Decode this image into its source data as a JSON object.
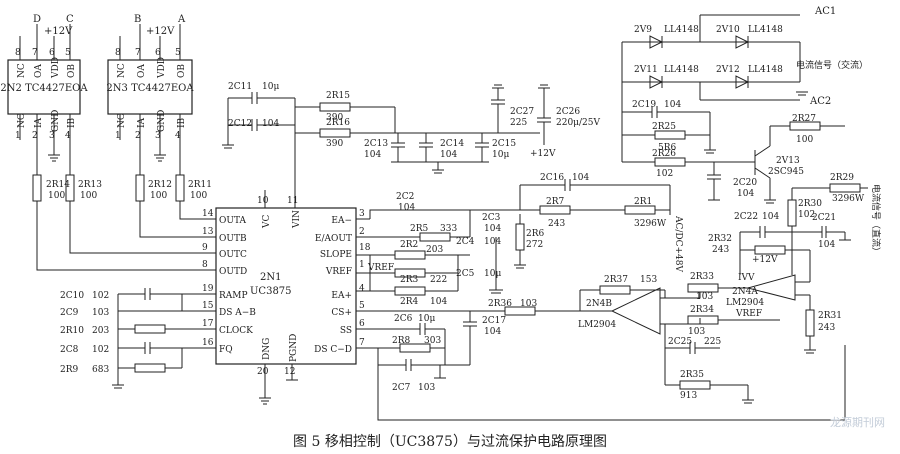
{
  "caption": "图 5   移相控制（UC3875）与过流保护电路原理图",
  "watermark": "龙源期刊网",
  "drivers": [
    {
      "ref": "2N2 TC4427EOA",
      "top_pins": [
        "8",
        "7",
        "6",
        "5"
      ],
      "top_names": [
        "NC",
        "OA",
        "VDD",
        "OB"
      ],
      "bot_pins": [
        "1",
        "2",
        "3",
        "4"
      ],
      "bot_names": [
        "NC",
        "IA",
        "GND",
        "IB"
      ],
      "out_a": "D",
      "out_b": "C",
      "vcc": "+12V"
    },
    {
      "ref": "2N3 TC4427EOA",
      "top_pins": [
        "8",
        "7",
        "6",
        "5"
      ],
      "top_names": [
        "NC",
        "OA",
        "VDD",
        "OB"
      ],
      "bot_pins": [
        "1",
        "2",
        "3",
        "4"
      ],
      "bot_names": [
        "NC",
        "IA",
        "GND",
        "IB"
      ],
      "out_a": "B",
      "out_b": "A",
      "vcc": "+12V"
    }
  ],
  "uc3875": {
    "ref": "2N1",
    "part": "UC3875",
    "left_pins": [
      {
        "num": "14",
        "name": "OUTA"
      },
      {
        "num": "13",
        "name": "OUTB"
      },
      {
        "num": "9",
        "name": "OUTC"
      },
      {
        "num": "8",
        "name": "OUTD"
      },
      {
        "num": "19",
        "name": "RAMP"
      },
      {
        "num": "15",
        "name": "DS  A−B"
      },
      {
        "num": "17",
        "name": "CLOCK"
      },
      {
        "num": "16",
        "name": "FQ"
      }
    ],
    "right_pins": [
      {
        "num": "3",
        "name": "EA−"
      },
      {
        "num": "2",
        "name": "E/AOUT"
      },
      {
        "num": "18",
        "name": "SLOPE"
      },
      {
        "num": "1",
        "name": "VREF"
      },
      {
        "num": "4",
        "name": "EA+"
      },
      {
        "num": "5",
        "name": "CS+"
      },
      {
        "num": "6",
        "name": "SS"
      },
      {
        "num": "7",
        "name": "DS  C−D"
      }
    ],
    "top_pins": [
      {
        "num": "10",
        "name": "VC"
      },
      {
        "num": "11",
        "name": "VIN"
      }
    ],
    "bottom_pins": [
      {
        "num": "20",
        "name": "DNG"
      },
      {
        "num": "12",
        "name": "PGND"
      }
    ]
  },
  "labels": {
    "r14": "2R14",
    "r14v": "100",
    "r13": "2R13",
    "r13v": "100",
    "r12": "2R12",
    "r12v": "100",
    "r11": "2R11",
    "r11v": "100",
    "c11": "2C11",
    "c11v": "10μ",
    "c12": "2C12",
    "c12v": "104",
    "r15": "2R15",
    "r15v": "390",
    "r16": "2R16",
    "r16v": "390",
    "c13": "2C13",
    "c13v": "104",
    "c14": "2C14",
    "c14v": "104",
    "c15": "2C15",
    "c15v": "10μ",
    "c27": "2C27",
    "c27v": "225",
    "c26": "2C26",
    "c26v": "220μ/25V",
    "p12a": "+12V",
    "c10": "2C10",
    "c10v": "102",
    "c9": "2C9",
    "c9v": "103",
    "r10": "2R10",
    "r10v": "203",
    "c8": "2C8",
    "c8v": "102",
    "r9": "2R9",
    "r9v": "683",
    "c2": "2C2",
    "c2v": "104",
    "r5": "2R5",
    "r5v": "333",
    "c3": "2C3",
    "c3v": "104",
    "r2": "2R2",
    "r2v": "203",
    "c4": "2C4",
    "c4v": "104",
    "vref": "VREF",
    "r3": "2R3",
    "r3v": "222",
    "c5": "2C5",
    "c5v": "10μ",
    "r4": "2R4",
    "r4v": "104",
    "c16": "2C16",
    "c16v": "104",
    "r7": "2R7",
    "r7v": "243",
    "r1": "2R1",
    "r1v": "3296W",
    "r6": "2R6",
    "r6v": "272",
    "acdc": "AC/DC+48V",
    "r36": "2R36",
    "r36v": "103",
    "c6": "2C6",
    "c6v": "10μ",
    "c17": "2C17",
    "c17v": "104",
    "r8": "2R8",
    "r8v": "303",
    "c7": "2C7",
    "c7v": "103",
    "d9": "2V9",
    "d9p": "LL4148",
    "d10": "2V10",
    "d10p": "LL4148",
    "d11": "2V11",
    "d11p": "LL4148",
    "d12": "2V12",
    "d12p": "LL4148",
    "ac1": "AC1",
    "ac2": "AC2",
    "cur_ac": "电流信号（交流）",
    "c19": "2C19",
    "c19v": "104",
    "r25": "2R25",
    "r25v": "5R6",
    "r26": "2R26",
    "r26v": "102",
    "r27": "2R27",
    "r27v": "100",
    "v13": "2V13",
    "v13p": "2SC945",
    "c20": "2C20",
    "c20v": "104",
    "r29": "2R29",
    "r29v": "3296W",
    "r30": "2R30",
    "r30v": "102",
    "c22": "2C22",
    "c22v": "104",
    "c21": "2C21",
    "c21v": "104",
    "r32": "2R32",
    "r32v": "243",
    "p12b": "+12V",
    "cur_dc": "电流信号（直流）",
    "r37": "2R37",
    "r37v": "153",
    "r33": "2R33",
    "r33v": "103",
    "n4b": "2N4B",
    "n4bp": "LM2904",
    "n4a": "2N4A",
    "n4ap": "LM2904",
    "ivv": "IVV",
    "r34": "2R34",
    "r34v": "103",
    "vref2": "VREF",
    "r31": "2R31",
    "r31v": "243",
    "c25": "2C25",
    "c25v": "225",
    "r35": "2R35",
    "r35v": "913"
  }
}
